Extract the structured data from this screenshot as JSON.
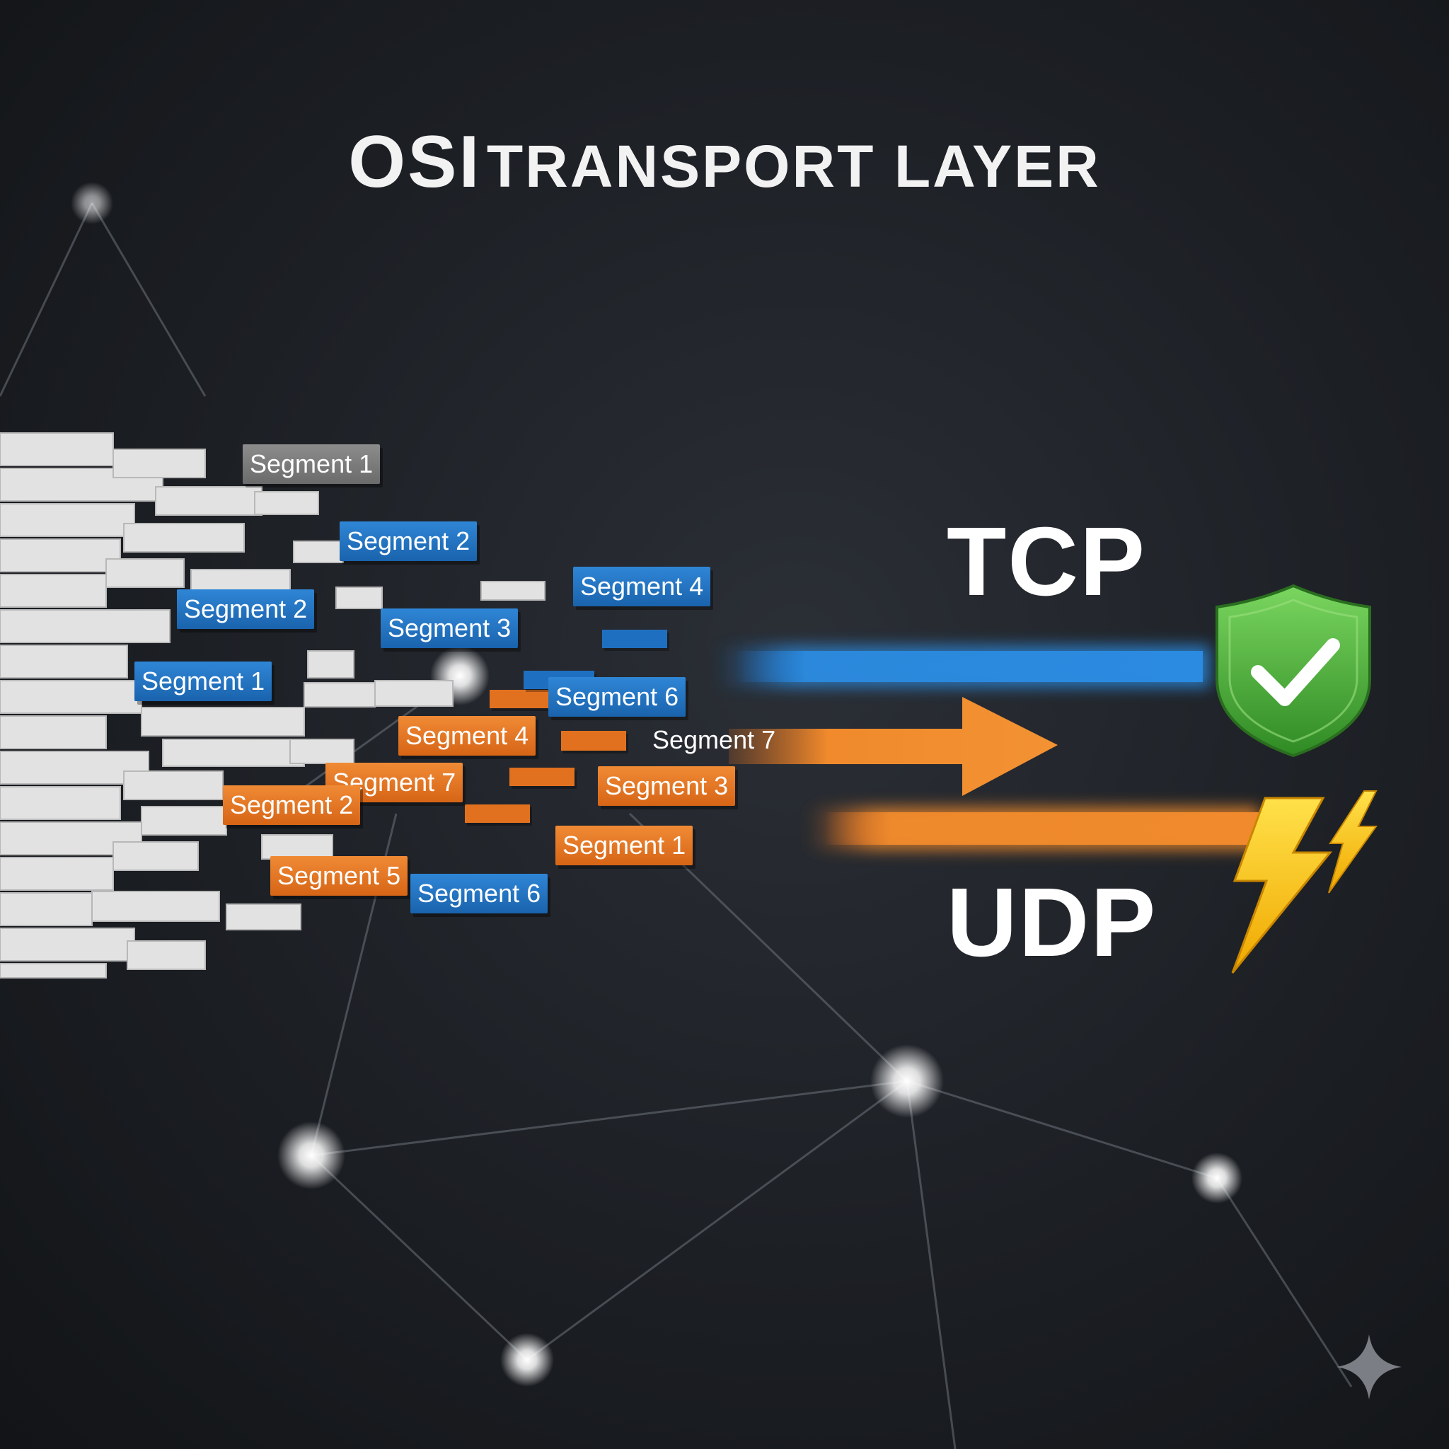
{
  "title": {
    "part1": "OSI",
    "part2": "TRANSPORT LAYER"
  },
  "protocols": {
    "tcp": "TCP",
    "udp": "UDP"
  },
  "segments": [
    {
      "label": "Segment 1",
      "color": "grey"
    },
    {
      "label": "Segment 2",
      "color": "blue"
    },
    {
      "label": "Segment 4",
      "color": "blue"
    },
    {
      "label": "Segment 2",
      "color": "blue"
    },
    {
      "label": "Segment 3",
      "color": "blue"
    },
    {
      "label": "Segment 1",
      "color": "blue"
    },
    {
      "label": "Segment 6",
      "color": "blue"
    },
    {
      "label": "Segment 4",
      "color": "orange"
    },
    {
      "label": "Segment 7",
      "color": "plain"
    },
    {
      "label": "Segment 7",
      "color": "orange"
    },
    {
      "label": "Segment 2",
      "color": "orange"
    },
    {
      "label": "Segment 3",
      "color": "orange"
    },
    {
      "label": "Segment 1",
      "color": "orange"
    },
    {
      "label": "Segment 5",
      "color": "orange"
    },
    {
      "label": "Segment 6",
      "color": "blue"
    }
  ],
  "icons": {
    "tcp": "shield-check-icon",
    "udp": "lightning-bolt-icon",
    "corner": "sparkle-icon"
  },
  "colors": {
    "tcp": "#2b8be0",
    "udp": "#f08a2c",
    "shield": "#4cae3b",
    "bolt": "#f5c518"
  }
}
